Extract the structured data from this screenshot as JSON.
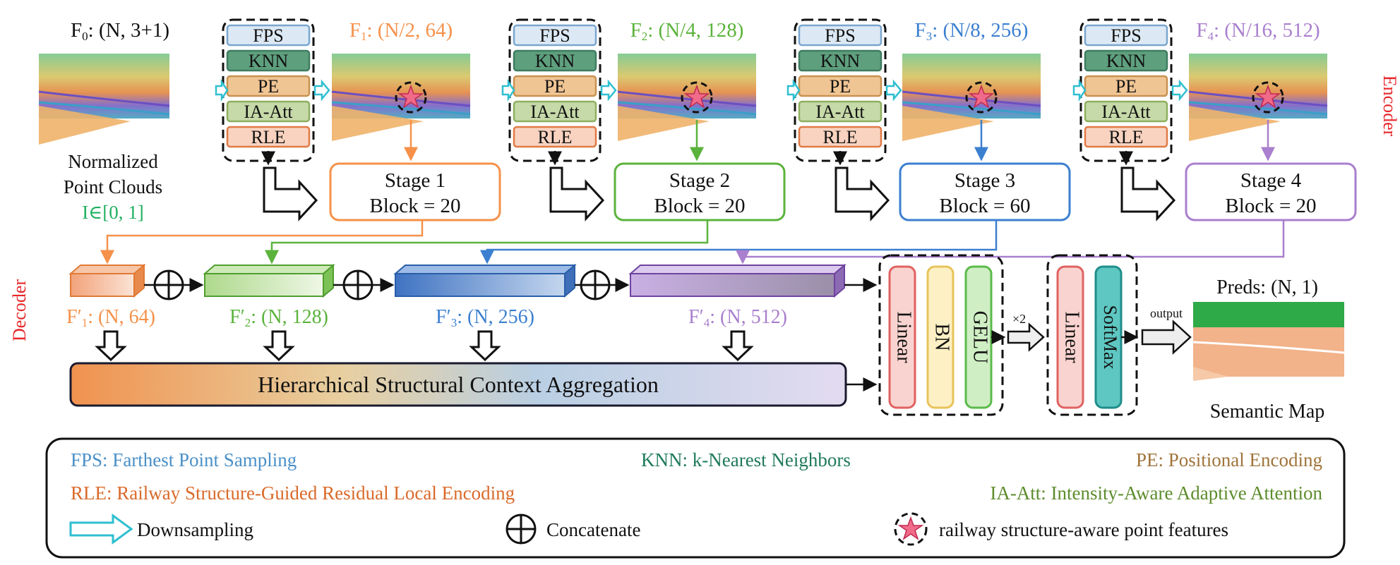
{
  "encoder_label": "Encoder",
  "decoder_label": "Decoder",
  "input": {
    "title": "F0: (N, 3+1)",
    "title_main": "F",
    "title_sub": "0",
    "title_rest": ": (N, 3+1)",
    "caption_line1": "Normalized",
    "caption_line2": "Point Clouds",
    "intensity": "I∈[0, 1]"
  },
  "module_ops": [
    "FPS",
    "KNN",
    "PE",
    "IA-Att",
    "RLE"
  ],
  "features": [
    {
      "main": "F",
      "sub": "1",
      "rest": ": (N/2, 64)",
      "color": "#f5914a"
    },
    {
      "main": "F",
      "sub": "2",
      "rest": ": (N/4, 128)",
      "color": "#5bb33c"
    },
    {
      "main": "F",
      "sub": "3",
      "rest": ": (N/8, 256)",
      "color": "#3b7fd0"
    },
    {
      "main": "F",
      "sub": "4",
      "rest": ": (N/16, 512)",
      "color": "#a97fce"
    }
  ],
  "stages": [
    {
      "name": "Stage 1",
      "block": "Block = 20",
      "color": "#f5914a"
    },
    {
      "name": "Stage 2",
      "block": "Block = 20",
      "color": "#5bb33c"
    },
    {
      "name": "Stage 3",
      "block": "Block = 60",
      "color": "#3b7fd0"
    },
    {
      "name": "Stage 4",
      "block": "Block = 20",
      "color": "#a97fce"
    }
  ],
  "decoder_features": [
    {
      "main": "F′",
      "sub": "1",
      "rest": ": (N, 64)",
      "color": "#f5914a"
    },
    {
      "main": "F′",
      "sub": "2",
      "rest": ": (N, 128)",
      "color": "#5bb33c"
    },
    {
      "main": "F′",
      "sub": "3",
      "rest": ": (N, 256)",
      "color": "#3b7fd0"
    },
    {
      "main": "F′",
      "sub": "4",
      "rest": ": (N, 512)",
      "color": "#a97fce"
    }
  ],
  "hsca_label": "Hierarchical Structural Context Aggregation",
  "head1_ops": [
    "Linear",
    "BN",
    "GELU"
  ],
  "repeat_label": "×2",
  "head2_ops": [
    "Linear",
    "SoftMax"
  ],
  "output_label": "output",
  "preds_label": "Preds: (N, 1)",
  "semantic_map_label": "Semantic Map",
  "legend": {
    "fps": "FPS: Farthest Point Sampling",
    "knn": "KNN: k-Nearest Neighbors",
    "pe": "PE: Positional Encoding",
    "rle": "RLE: Railway Structure-Guided Residual Local Encoding",
    "ia": "IA-Att: Intensity-Aware Adaptive Attention",
    "downsampling": "Downsampling",
    "concatenate": "Concatenate",
    "railway_features": "railway structure-aware point features"
  },
  "colors": {
    "fps_fill": "#dce9f5",
    "fps_text": "#4a90c8",
    "knn_fill": "#5e9f7e",
    "knn_text": "#1f7a5a",
    "pe_fill": "#f0c594",
    "pe_text": "#a0743a",
    "ia_fill": "#c6d9a8",
    "ia_text": "#5d8c2c",
    "rle_fill": "#f9d3c0",
    "rle_text": "#d96a2a",
    "red": "#e8262a",
    "green_text": "#20b060",
    "downsample_arrow": "#2fbfd0"
  }
}
